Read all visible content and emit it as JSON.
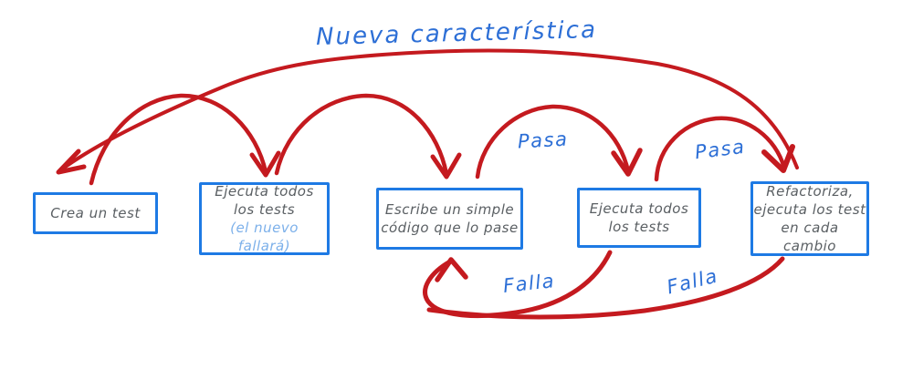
{
  "diagram": {
    "title": "Nueva característica",
    "boxes": [
      {
        "id": "create-test",
        "lines": [
          "Crea un test"
        ]
      },
      {
        "id": "run-all-tests-1",
        "lines": [
          "Ejecuta todos",
          "los tests"
        ],
        "note": "(el nuevo fallará)"
      },
      {
        "id": "write-code",
        "lines": [
          "Escribe un simple",
          "código que lo pase"
        ]
      },
      {
        "id": "run-all-tests-2",
        "lines": [
          "Ejecuta todos",
          "los tests"
        ]
      },
      {
        "id": "refactor",
        "lines": [
          "Refactoriza,",
          "ejecuta los test",
          "en cada cambio"
        ]
      }
    ],
    "labels": {
      "pass_1": "Pasa",
      "pass_2": "Pasa",
      "fail_1": "Falla",
      "fail_2": "Falla"
    },
    "edges": [
      {
        "from": "refactor",
        "to": "create-test",
        "label": "Nueva característica"
      },
      {
        "from": "create-test",
        "to": "run-all-tests-1",
        "label": ""
      },
      {
        "from": "run-all-tests-1",
        "to": "write-code",
        "label": ""
      },
      {
        "from": "write-code",
        "to": "run-all-tests-2",
        "label": "Pasa"
      },
      {
        "from": "run-all-tests-2",
        "to": "refactor",
        "label": "Pasa"
      },
      {
        "from": "run-all-tests-2",
        "to": "write-code",
        "label": "Falla"
      },
      {
        "from": "refactor",
        "to": "write-code",
        "label": "Falla"
      }
    ],
    "colors": {
      "arrow_red": "#c41a1f",
      "box_border_blue": "#1e7ae4",
      "label_blue": "#2d6fd6",
      "note_light_blue": "#7cb0ea",
      "box_text_gray": "#5a5f63",
      "background": "#ffffff"
    }
  }
}
